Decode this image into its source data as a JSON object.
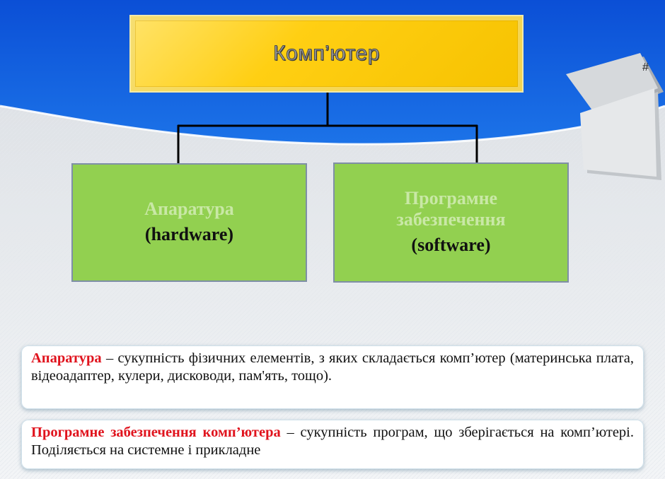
{
  "diagram": {
    "root": {
      "label": "Комп’ютер"
    },
    "children": [
      {
        "title": "Апаратура",
        "subtitle": "(hardware)"
      },
      {
        "title": "Програмне забезпечення",
        "subtitle": "(software)"
      }
    ]
  },
  "definitions": [
    {
      "term": "Апаратура",
      "text": " – сукупність фізичних елементів, з яких складається комп’ютер (материнська плата, відеоадаптер, кулери, дисководи, пам'ять, тощо)."
    },
    {
      "term": "Програмне забезпечення комп’ютера",
      "text": " – сукупність програм, що зберігається на комп’ютері. Поділяється на системне і прикладне"
    }
  ],
  "colors": {
    "root_fill": "#ffcf13",
    "child_fill": "#92d050",
    "term_color": "#e0131d",
    "header_blue": "#1255c8"
  },
  "icons": {
    "decor": "paper-sheets-icon"
  }
}
